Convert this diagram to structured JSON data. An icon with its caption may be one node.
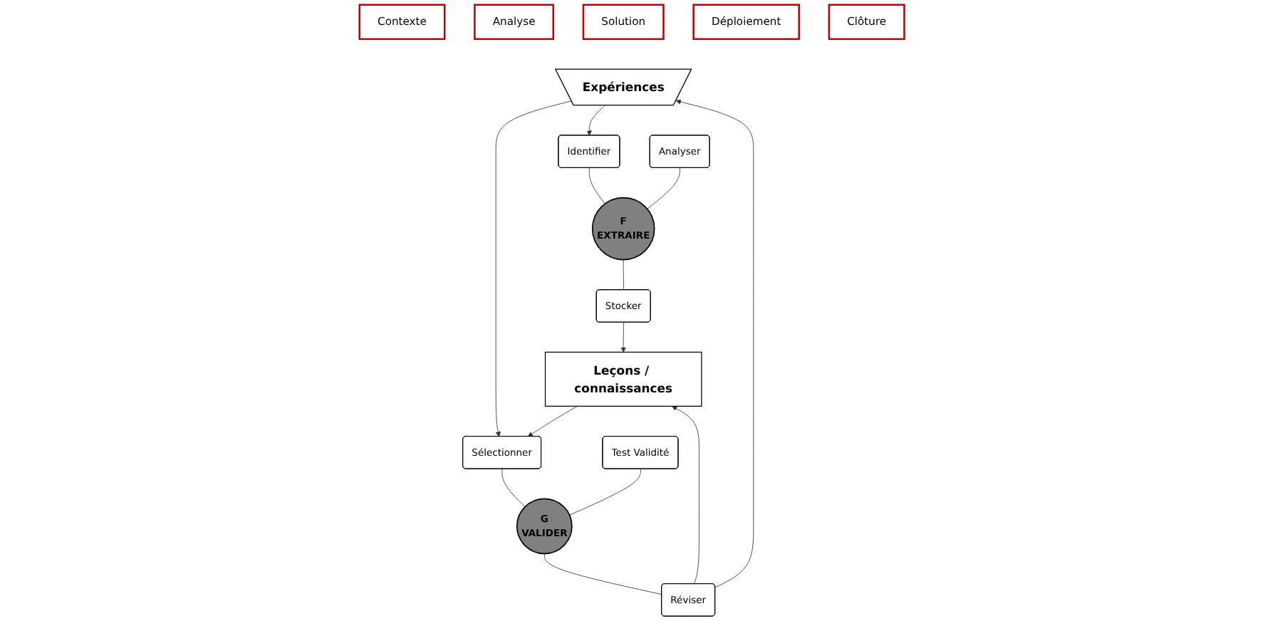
{
  "diagram": {
    "nodes": [
      {
        "text": [
          "Contexte"
        ]
      },
      {
        "text": [
          "Analyse"
        ]
      },
      {
        "text": [
          "Solution"
        ]
      },
      {
        "text": [
          "Déploiement"
        ]
      },
      {
        "text": [
          "Clôture"
        ]
      },
      {
        "text": [
          "Expériences"
        ]
      },
      {
        "text": [
          "Identifier"
        ]
      },
      {
        "text": [
          "Analyser"
        ]
      },
      {
        "text": [
          "F",
          "EXTRAIRE"
        ]
      },
      {
        "text": [
          "Test Validité"
        ]
      },
      {
        "text": [
          "Sélectionner"
        ]
      },
      {
        "text": [
          "G",
          "VALIDER"
        ]
      },
      {
        "text": [
          "Stocker"
        ]
      },
      {
        "text": [
          "Réviser"
        ]
      },
      {
        "text": [
          "Leçons / connaissances"
        ]
      }
    ],
    "edges": [
      {
        "from": 5,
        "to": 6,
        "arrow": "to"
      },
      {
        "from": 5,
        "to": 10,
        "arrow": "to"
      },
      {
        "from": 6,
        "to": 8,
        "arrow": "none"
      },
      {
        "from": 7,
        "to": 8,
        "arrow": "none"
      },
      {
        "from": 8,
        "to": 12,
        "arrow": "none"
      },
      {
        "from": 10,
        "to": 11,
        "arrow": "none"
      },
      {
        "from": 9,
        "to": 11,
        "arrow": "none"
      },
      {
        "from": 11,
        "to": 13,
        "arrow": "none"
      },
      {
        "from": 12,
        "to": 14,
        "arrow": "to"
      },
      {
        "from": 14,
        "to": 10,
        "arrow": "to"
      },
      {
        "from": 13,
        "to": 14,
        "arrow": "to"
      },
      {
        "from": 13,
        "to": 5,
        "arrow": "to"
      }
    ]
  }
}
